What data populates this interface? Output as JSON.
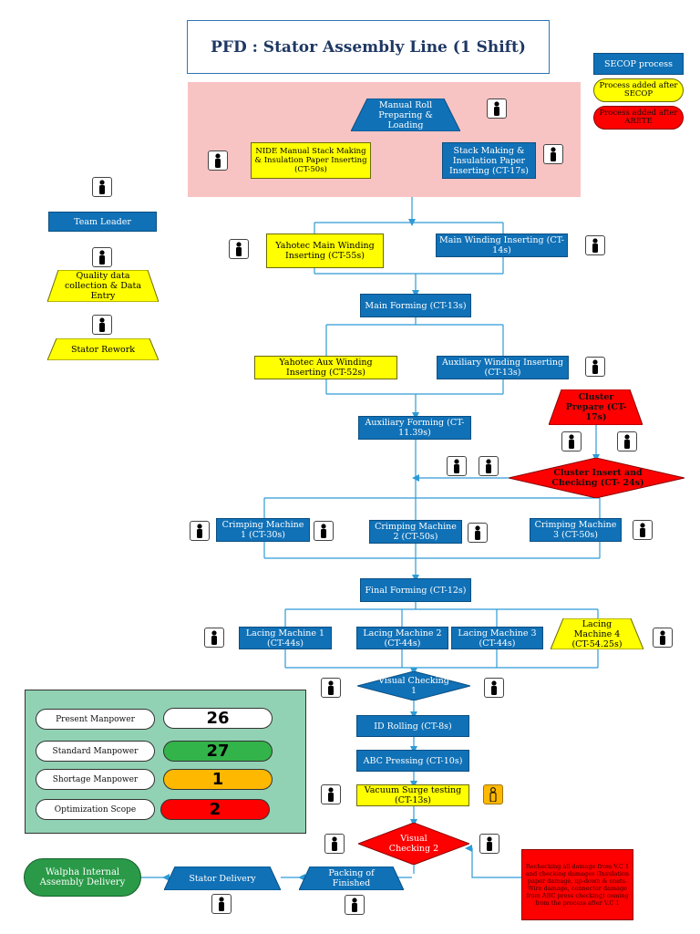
{
  "title": "PFD : Stator Assembly Line (1 Shift)",
  "legend": {
    "secop": "SECOP process",
    "after_secop": "Process added after SECOP",
    "after_arete": "Process added after ARETE"
  },
  "side": {
    "team_leader": "Team Leader",
    "quality": "Quality data collection & Data Entry",
    "rework": "Stator Rework"
  },
  "steps": {
    "manual_roll": "Manual Roll Preparing & Loading",
    "nide_stack": "NIDE Manual Stack Making & Insulation Paper Inserting (CT-50s)",
    "stack_making": "Stack Making & Insulation Paper Inserting (CT-17s)",
    "yahotec_main": "Yahotec Main Winding Inserting (CT-55s)",
    "main_winding": "Main Winding Inserting (CT-14s)",
    "main_forming": "Main Forming (CT-13s)",
    "yahotec_aux": "Yahotec Aux Winding Inserting (CT-52s)",
    "aux_winding": "Auxiliary Winding Inserting (CT-13s)",
    "aux_forming": "Auxiliary Forming (CT-11.39s)",
    "cluster_prepare": "Cluster Prepare (CT-17s)",
    "cluster_insert": "Cluster Insert and Checking (CT- 24s)",
    "crimp1": "Crimping Machine 1 (CT-30s)",
    "crimp2": "Crimping Machine 2 (CT-50s)",
    "crimp3": "Crimping Machine 3 (CT-50s)",
    "final_forming": "Final Forming (CT-12s)",
    "lacing1": "Lacing Machine 1 (CT-44s)",
    "lacing2": "Lacing Machine 2 (CT-44s)",
    "lacing3": "Lacing Machine 3 (CT-44s)",
    "lacing4": "Lacing Machine 4 (CT-54.25s)",
    "visual1": "Visual Checking 1",
    "id_rolling": "ID Rolling (CT-8s)",
    "abc_pressing": "ABC Pressing (CT-10s)",
    "vacuum": "Vacuum Surge testing (CT-13s)",
    "visual2": "Visual Checking 2",
    "rechecking": "Rechecking all damage from V.C 1 and checking damages (Insulation paper damage, up-down & coats. Wire damage, connector damage from ABC press checking) coming from the process after V.C 1",
    "packing": "Packing of Finished",
    "stator_delivery": "Stator Delivery",
    "walpha": "Walpha Internal Assembly Delivery"
  },
  "manpower": {
    "present_label": "Present Manpower",
    "present_value": "26",
    "standard_label": "Standard Manpower",
    "standard_value": "27",
    "shortage_label": "Shortage Manpower",
    "shortage_value": "1",
    "optimization_label": "Optimization Scope",
    "optimization_value": "2"
  },
  "colors": {
    "secop": "#1071b7",
    "after_secop": "#ffff00",
    "after_arete": "#ff0000",
    "connector": "#2e9bd6",
    "standard": "#33b44a",
    "shortage": "#ffb800",
    "optimization": "#ff0000"
  }
}
